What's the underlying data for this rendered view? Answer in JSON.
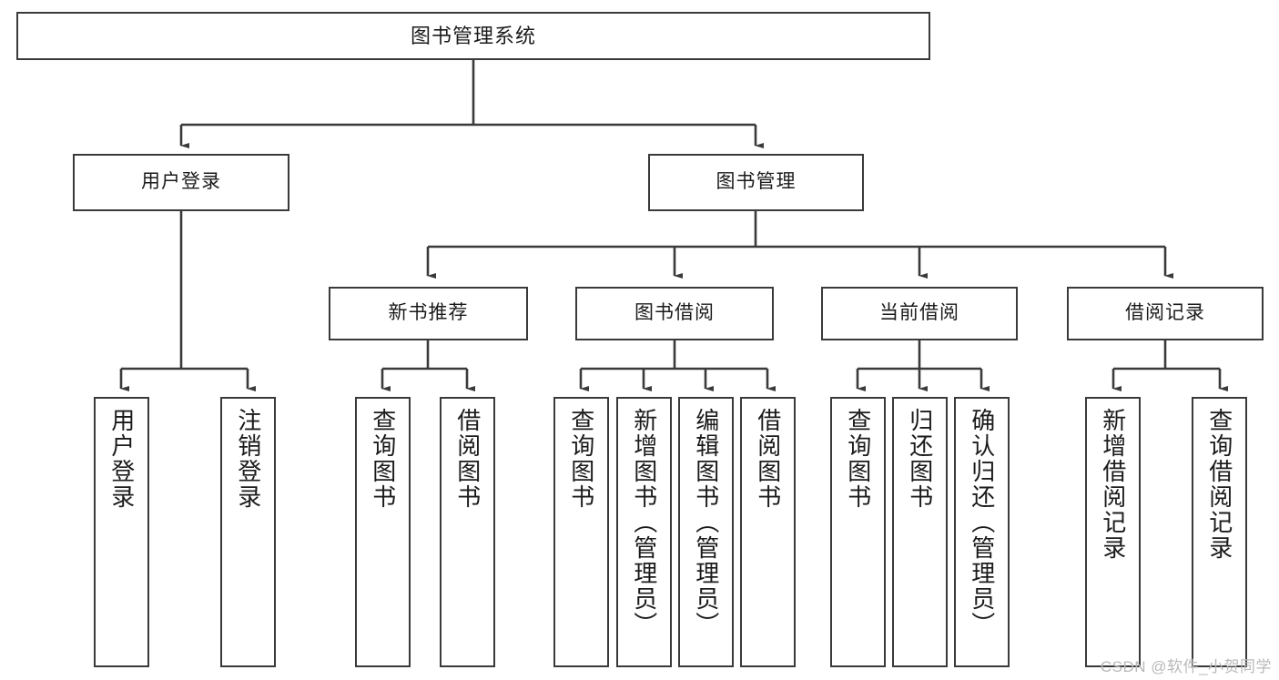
{
  "diagram": {
    "title": "图书管理系统",
    "type": "tree-hierarchy-diagram",
    "watermark": "CSDN @软件_小贺同学",
    "colors": {
      "box_border": "#3a3a3a",
      "box_fill": "#ffffff",
      "connector": "#3a3a3a",
      "text": "#1b1b1b",
      "watermark": "#b9b9b9",
      "background": "#ffffff"
    },
    "nodes": {
      "root": "图书管理系统",
      "level2": {
        "user_login": "用户登录",
        "book_manage": "图书管理"
      },
      "level3": {
        "new_book_recommend": "新书推荐",
        "book_borrow": "图书借阅",
        "current_borrow": "当前借阅",
        "borrow_record": "借阅记录"
      },
      "leaves": {
        "user_login_1": "用户登录",
        "user_login_2": "注销登录",
        "recommend_1": "查询图书",
        "recommend_2": "借阅图书",
        "borrow_1": "查询图书",
        "borrow_2": "新增图书（管理员）",
        "borrow_3": "编辑图书（管理员）",
        "borrow_4": "借阅图书",
        "current_1": "查询图书",
        "current_2": "归还图书",
        "current_3": "确认归还（管理员）",
        "record_1": "新增借阅记录",
        "record_2": "查询借阅记录"
      }
    }
  }
}
